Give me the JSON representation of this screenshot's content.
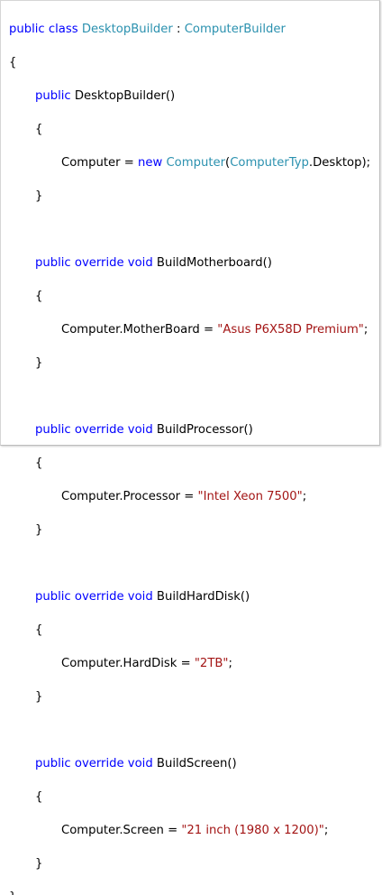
{
  "colors": {
    "keyword": "#0000ff",
    "type": "#2b91af",
    "string": "#a31515",
    "plain": "#000000"
  },
  "code": {
    "class_decl": {
      "modifiers": "public class",
      "name": "DesktopBuilder",
      "sep": ":",
      "base": "ComputerBuilder"
    },
    "ctor": {
      "modifier": "public",
      "signature": "DesktopBuilder()",
      "body": {
        "lhs": "Computer = ",
        "new_kw": "new",
        "type": "Computer",
        "open": "(",
        "enum_type": "ComputerTyp",
        "rest": ".Desktop);"
      }
    },
    "methods": [
      {
        "modifiers": "public override void",
        "name": "BuildMotherboard()",
        "lhs": "Computer.MotherBoard = ",
        "value": "\"Asus P6X58D Premium\"",
        "end": ";"
      },
      {
        "modifiers": "public override void",
        "name": "BuildProcessor()",
        "lhs": "Computer.Processor = ",
        "value": "\"Intel Xeon 7500\"",
        "end": ";"
      },
      {
        "modifiers": "public override void",
        "name": "BuildHardDisk()",
        "lhs": "Computer.HardDisk = ",
        "value": "\"2TB\"",
        "end": ";"
      },
      {
        "modifiers": "public override void",
        "name": "BuildScreen()",
        "lhs": "Computer.Screen = ",
        "value": "\"21 inch (1980 x 1200)\"",
        "end": ";"
      }
    ],
    "brace_open": "{",
    "brace_close": "}"
  }
}
